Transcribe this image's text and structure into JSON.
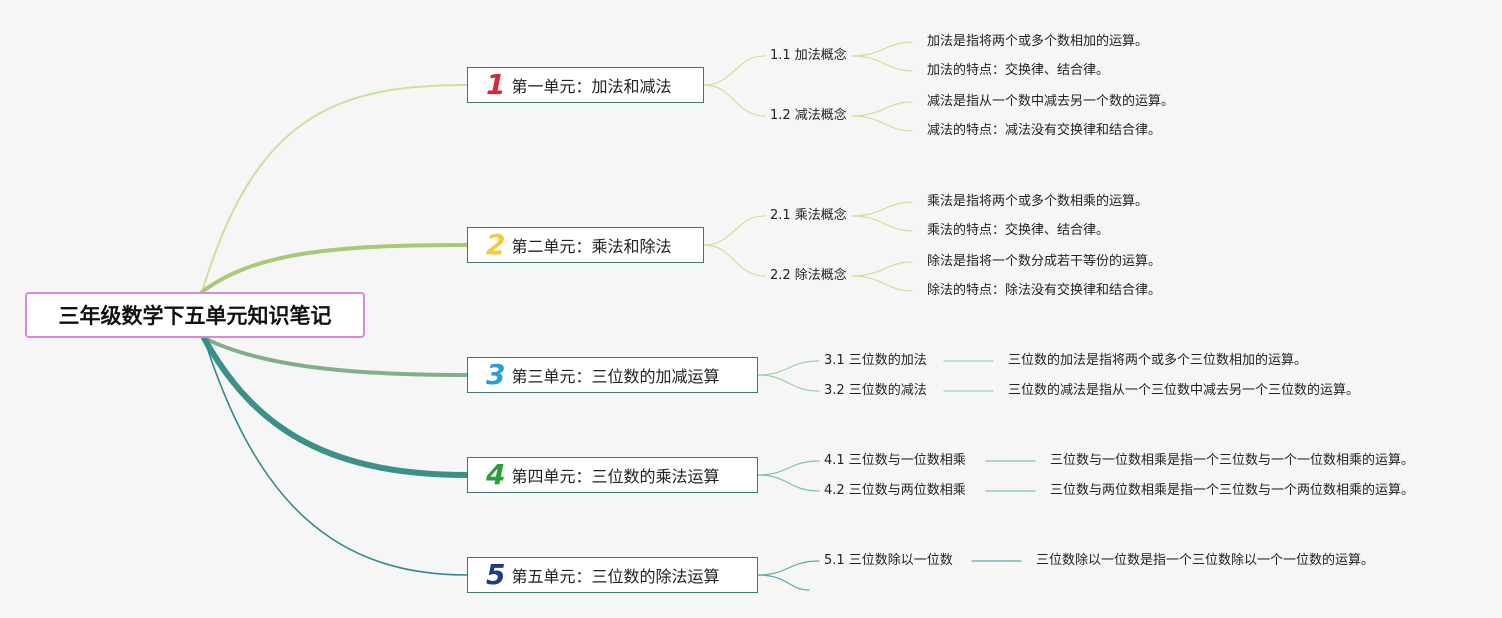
{
  "root": {
    "title": "三年级数学下五单元知识笔记"
  },
  "units": [
    {
      "number": "1",
      "color": "#d6283c",
      "title": "第一单元：加法和减法",
      "items": [
        {
          "label": "1.1 加法概念",
          "details": [
            "加法是指将两个或多个数相加的运算。",
            "加法的特点：交换律、结合律。"
          ]
        },
        {
          "label": "1.2 减法概念",
          "details": [
            "减法是指从一个数中减去另一个数的运算。",
            "减法的特点：减法没有交换律和结合律。"
          ]
        }
      ]
    },
    {
      "number": "2",
      "color": "#f2cc3e",
      "title": "第二单元：乘法和除法",
      "items": [
        {
          "label": "2.1 乘法概念",
          "details": [
            "乘法是指将两个或多个数相乘的运算。",
            "乘法的特点：交换律、结合律。"
          ]
        },
        {
          "label": "2.2 除法概念",
          "details": [
            "除法是指将一个数分成若干等份的运算。",
            "除法的特点：除法没有交换律和结合律。"
          ]
        }
      ]
    },
    {
      "number": "3",
      "color": "#2a9fd6",
      "title": "第三单元：三位数的加减运算",
      "items": [
        {
          "label": "3.1 三位数的加法",
          "details": [
            "三位数的加法是指将两个或多个三位数相加的运算。"
          ]
        },
        {
          "label": "3.2 三位数的减法",
          "details": [
            "三位数的减法是指从一个三位数中减去另一个三位数的运算。"
          ]
        }
      ]
    },
    {
      "number": "4",
      "color": "#2e9e3c",
      "title": "第四单元：三位数的乘法运算",
      "items": [
        {
          "label": "4.1 三位数与一位数相乘",
          "details": [
            "三位数与一位数相乘是指一个三位数与一个一位数相乘的运算。"
          ]
        },
        {
          "label": "4.2 三位数与两位数相乘",
          "details": [
            "三位数与两位数相乘是指一个三位数与一个两位数相乘的运算。"
          ]
        }
      ]
    },
    {
      "number": "5",
      "color": "#1f3a8a",
      "title": "第五单元：三位数的除法运算",
      "items": [
        {
          "label": "5.1 三位数除以一位数",
          "details": [
            "三位数除以一位数是指一个三位数除以一个一位数的运算。"
          ]
        }
      ]
    }
  ]
}
